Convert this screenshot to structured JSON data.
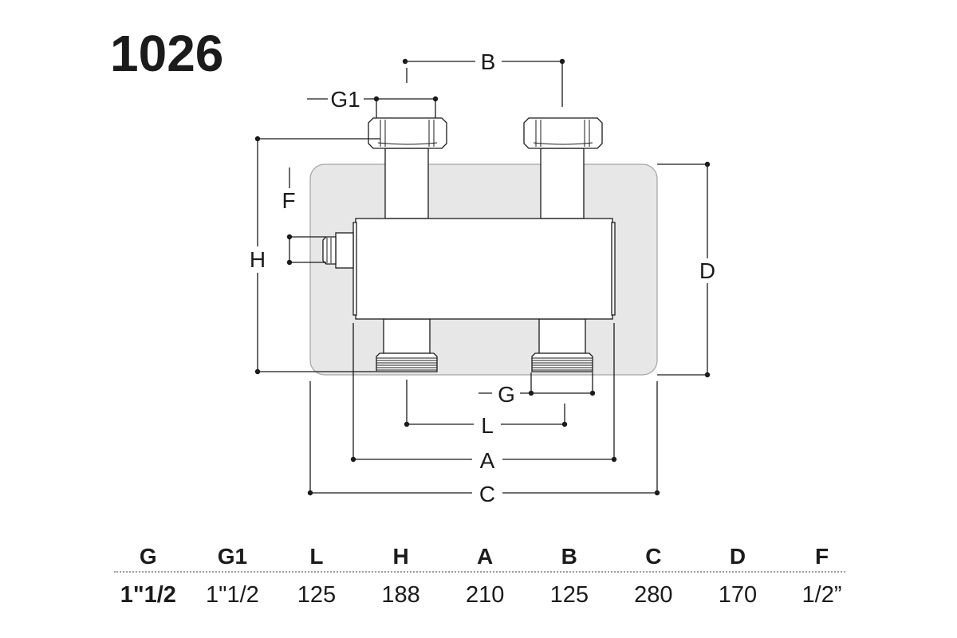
{
  "title": "1026",
  "drawing": {
    "labels": {
      "B": "B",
      "G1": "G1",
      "F": "F",
      "H": "H",
      "D": "D",
      "G": "G",
      "L": "L",
      "A": "A",
      "C": "C"
    }
  },
  "spec_table": {
    "headers": [
      "G",
      "G1",
      "L",
      "H",
      "A",
      "B",
      "C",
      "D",
      "F"
    ],
    "values": [
      "1\"1/2",
      "1\"1/2",
      "125",
      "188",
      "210",
      "125",
      "280",
      "170",
      "1/2”"
    ]
  },
  "colors": {
    "ink": "#1b1b1b",
    "panel_fill": "#e7e7e7",
    "panel_stroke": "#a4a4a4",
    "divider": "#9b9b9b"
  }
}
